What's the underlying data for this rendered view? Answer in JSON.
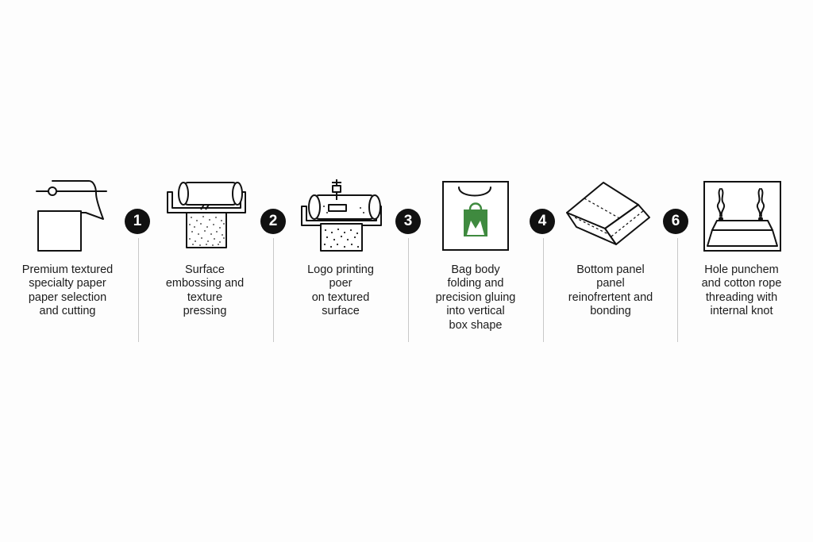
{
  "steps": [
    {
      "icon": "paper-roll-icon",
      "caption": [
        "Premium textured",
        "specialty paper",
        "paper selection",
        "and cutting"
      ]
    },
    {
      "icon": "embossing-roller-icon",
      "caption": [
        "Surface",
        "embossing and",
        "texture",
        "pressing"
      ]
    },
    {
      "icon": "printing-press-icon",
      "caption": [
        "Logo printing",
        "poer",
        "on textured",
        "surface"
      ]
    },
    {
      "icon": "shopping-bag-icon",
      "caption": [
        "Bag body",
        "folding and",
        "precision gluing",
        "into vertical",
        "box shape"
      ]
    },
    {
      "icon": "folded-bottom-panel-icon",
      "caption": [
        "Bottom panel",
        "panel",
        "reinofrertent and",
        "bonding"
      ]
    },
    {
      "icon": "rope-handle-icon",
      "caption": [
        "Hole punchem",
        "and cotton rope",
        "threading with",
        "internal knot"
      ]
    }
  ],
  "badges": [
    "1",
    "2",
    "3",
    "4",
    "6"
  ],
  "colors": {
    "ink": "#111111",
    "accent_green": "#3f8a3f",
    "divider": "#c8c8c8"
  }
}
